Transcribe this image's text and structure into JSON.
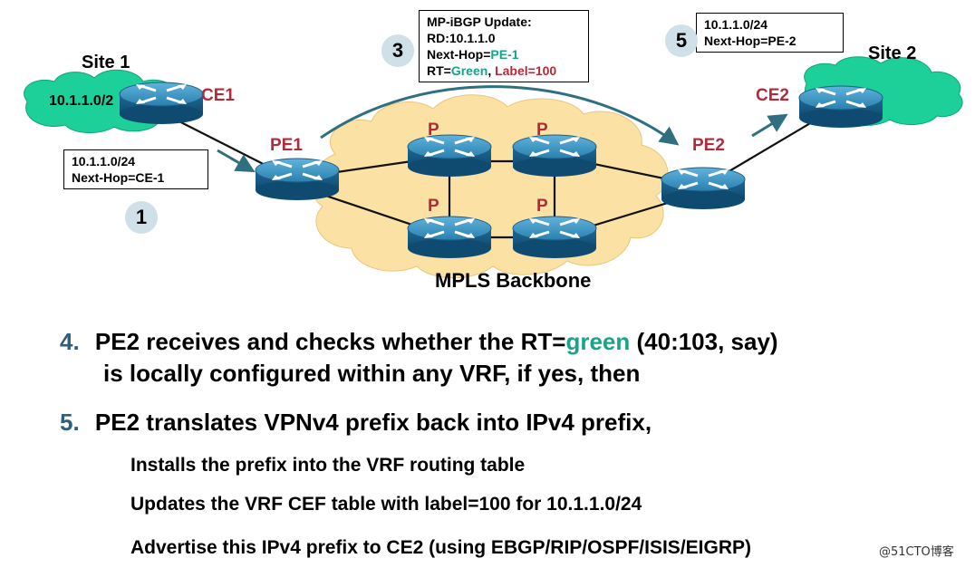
{
  "sites": {
    "site1": "Site 1",
    "site2": "Site 2",
    "site1_prefix": "10.1.1.0/2"
  },
  "devices": {
    "ce1": "CE1",
    "ce2": "CE2",
    "pe1": "PE1",
    "pe2": "PE2",
    "p1": "P",
    "p2": "P",
    "p3": "P",
    "p4": "P"
  },
  "backbone_label": "MPLS Backbone",
  "box_ce1": {
    "line1": "10.1.1.0/24",
    "line2": "Next-Hop=CE-1"
  },
  "box_update": {
    "line1": "MP-iBGP Update:",
    "line2": "RD:10.1.1.0",
    "line3_prefix": "Next-Hop=",
    "line3_value": "PE-1",
    "line4_rt": "RT=",
    "line4_green": "Green",
    "line4_sep": ", ",
    "line4_label": "Label=100"
  },
  "box_pe2": {
    "line1": "10.1.1.0/24",
    "line2": "Next-Hop=PE-2"
  },
  "badges": {
    "b1": "1",
    "b3": "3",
    "b5": "5"
  },
  "points": {
    "p4_num": "4.",
    "p4_a": "PE2 receives and checks whether the RT=",
    "p4_green": "green",
    "p4_b": " (40:103, say)",
    "p4_line2": "is locally configured within any VRF, if yes, then",
    "p5_num": "5.",
    "p5_text": "PE2 translates VPNv4 prefix back into IPv4 prefix,",
    "sub1": "Installs the prefix into the VRF routing table",
    "sub2": "Updates the VRF CEF table with label=100 for 10.1.1.0/24",
    "sub3": "Advertise this IPv4 prefix to CE2 (using EBGP/RIP/OSPF/ISIS/EIGRP)"
  },
  "watermark": "@51CTO博客",
  "colors": {
    "device_label": "#b32a3a",
    "green_text": "#1aa38a",
    "site_cloud": "#1dcf98",
    "backbone_cloud": "#fbe2a4",
    "router_body": "#2a7fae",
    "number": "#2f5f7a",
    "badge_bg": "#cfe0e8",
    "arrow": "#2f6f80"
  }
}
